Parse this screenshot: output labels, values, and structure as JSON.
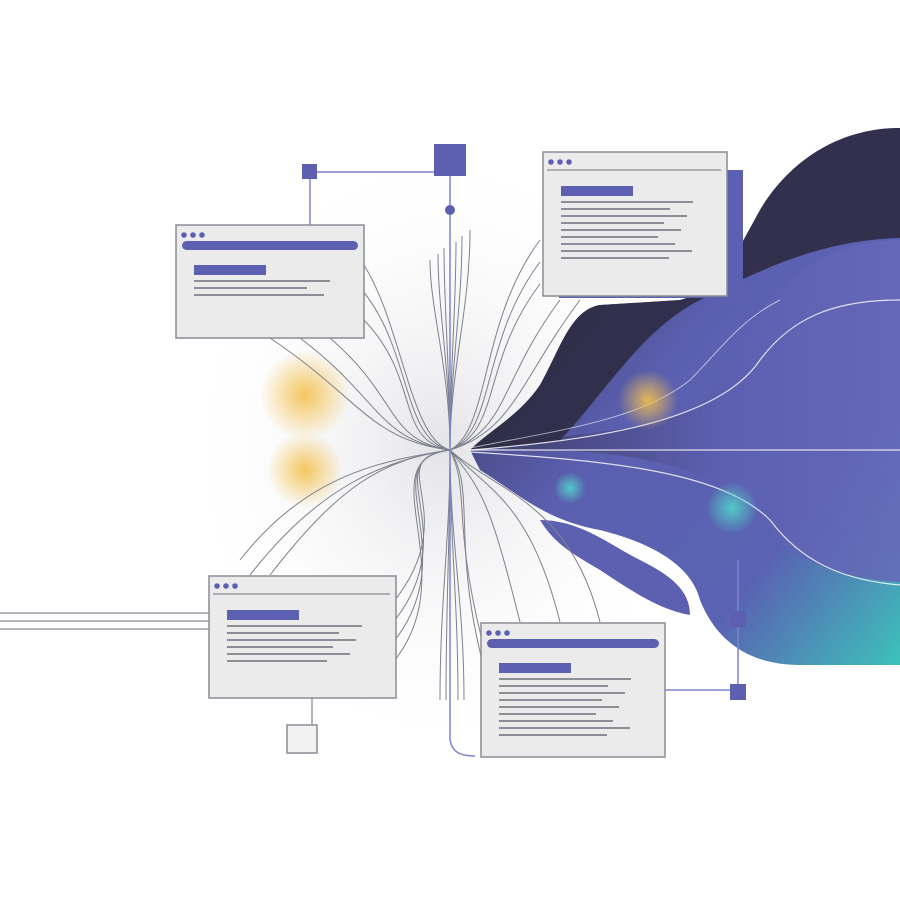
{
  "illustration": {
    "kind": "network-of-browser-windows",
    "palette": {
      "background": "#ffffff",
      "window_fill": "#ebebeb",
      "window_border": "#8a8c95",
      "accent": "#5d60b1",
      "text_lines": "#6e7079",
      "connector": "#8b8ec9",
      "wave_dark": "#2d2b42",
      "wave_mid": "#5b5fb0",
      "wave_teal": "#3cc1ba",
      "glow_yellow": "#f3c14e",
      "glow_teal": "#4fd6c8"
    },
    "windows": [
      {
        "id": "top-left",
        "dots": 3,
        "header_bar": true,
        "highlight_lines": 1,
        "text_lines": 3
      },
      {
        "id": "top-right",
        "dots": 3,
        "header_bar": false,
        "highlight_lines": 1,
        "text_lines": 9
      },
      {
        "id": "bottom-left",
        "dots": 3,
        "header_bar": false,
        "highlight_lines": 1,
        "text_lines": 6
      },
      {
        "id": "bottom-right",
        "dots": 3,
        "header_bar": true,
        "highlight_lines": 1,
        "text_lines": 9
      }
    ],
    "nodes": [
      {
        "id": "node-small-top",
        "shape": "square"
      },
      {
        "id": "node-large-top",
        "shape": "square"
      },
      {
        "id": "node-dot-top",
        "shape": "circle"
      },
      {
        "id": "node-right-mid",
        "shape": "square"
      },
      {
        "id": "node-right-low",
        "shape": "square"
      },
      {
        "id": "node-outline-bottom",
        "shape": "outlined-square"
      }
    ],
    "icons": [
      "window-control-dots-icon",
      "connector-node-icon"
    ]
  }
}
